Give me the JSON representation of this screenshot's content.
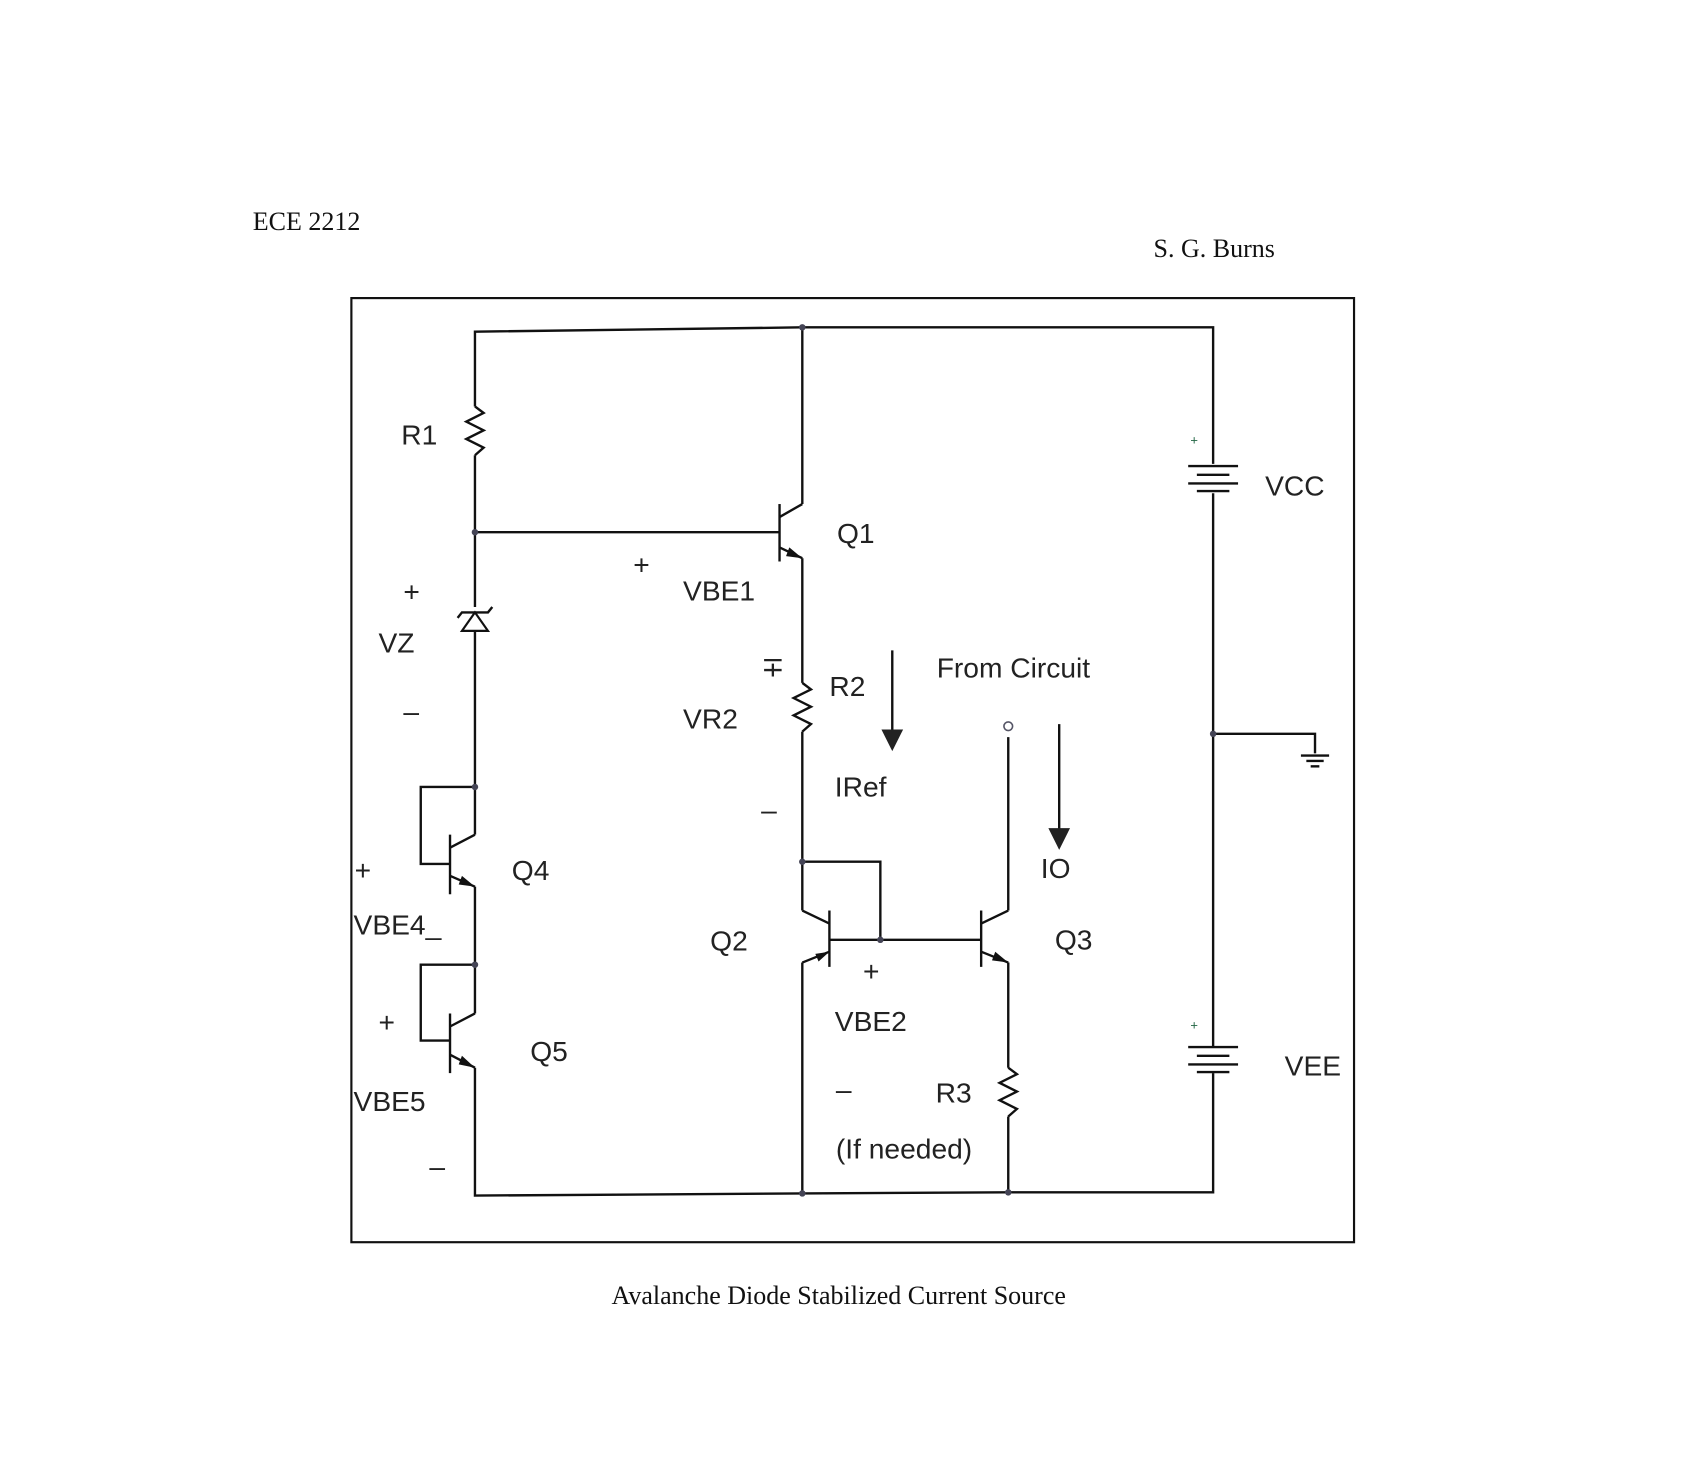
{
  "header": {
    "course": "ECE 2212",
    "author": "S. G. Burns"
  },
  "caption": "Avalanche Diode Stabilized Current Source",
  "labels": {
    "R1": "R1",
    "R2": "R2",
    "R3": "R3",
    "Q1": "Q1",
    "Q2": "Q2",
    "Q3": "Q3",
    "Q4": "Q4",
    "Q5": "Q5",
    "VCC": "VCC",
    "VEE": "VEE",
    "VZ": "VZ",
    "VBE1": "VBE1",
    "VBE2": "VBE2",
    "VBE4": "VBE4_",
    "VBE5": "VBE5",
    "VR2": "VR2",
    "IRef": "IRef",
    "IO": "IO",
    "from_circuit": "From Circuit",
    "if_needed": "(If needed)",
    "plus": "+",
    "minus": "–",
    "plus_minus": "∓"
  }
}
